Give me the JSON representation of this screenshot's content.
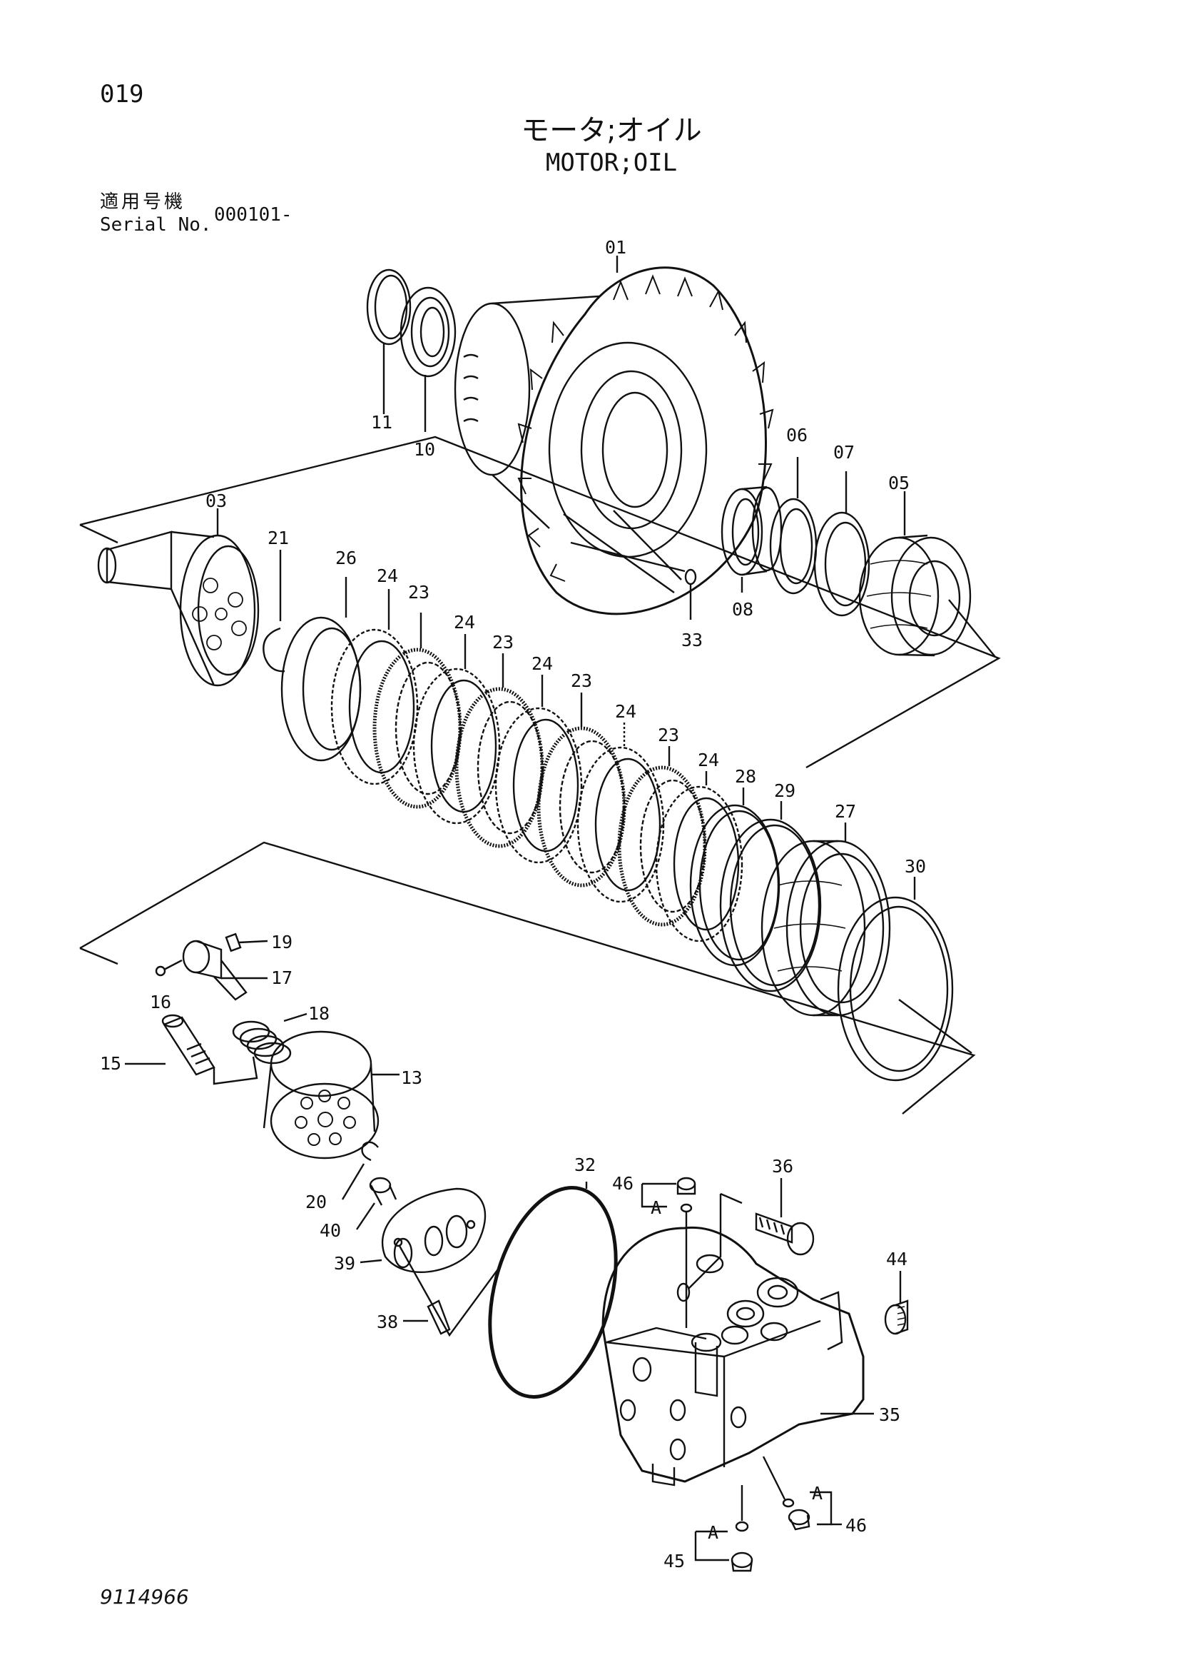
{
  "header": {
    "page_number": "019",
    "title_jp": "モータ;オイル",
    "title_en": "MOTOR;OIL",
    "serial_label_jp": "適用号機",
    "serial_label_en": "Serial No.",
    "serial_value": "000101-"
  },
  "footer": {
    "document_number": "9114966"
  },
  "callouts": [
    {
      "id": "01",
      "label": "01"
    },
    {
      "id": "03",
      "label": "03"
    },
    {
      "id": "05",
      "label": "05"
    },
    {
      "id": "06",
      "label": "06"
    },
    {
      "id": "07",
      "label": "07"
    },
    {
      "id": "08",
      "label": "08"
    },
    {
      "id": "10",
      "label": "10"
    },
    {
      "id": "11",
      "label": "11"
    },
    {
      "id": "13",
      "label": "13"
    },
    {
      "id": "15",
      "label": "15"
    },
    {
      "id": "16",
      "label": "16"
    },
    {
      "id": "17",
      "label": "17"
    },
    {
      "id": "18",
      "label": "18"
    },
    {
      "id": "19",
      "label": "19"
    },
    {
      "id": "20",
      "label": "20"
    },
    {
      "id": "21",
      "label": "21"
    },
    {
      "id": "23a",
      "label": "23"
    },
    {
      "id": "23b",
      "label": "23"
    },
    {
      "id": "23c",
      "label": "23"
    },
    {
      "id": "23d",
      "label": "23"
    },
    {
      "id": "24a",
      "label": "24"
    },
    {
      "id": "24b",
      "label": "24"
    },
    {
      "id": "24c",
      "label": "24"
    },
    {
      "id": "24d",
      "label": "24"
    },
    {
      "id": "24e",
      "label": "24"
    },
    {
      "id": "26",
      "label": "26"
    },
    {
      "id": "27",
      "label": "27"
    },
    {
      "id": "28",
      "label": "28"
    },
    {
      "id": "29",
      "label": "29"
    },
    {
      "id": "30",
      "label": "30"
    },
    {
      "id": "32",
      "label": "32"
    },
    {
      "id": "33",
      "label": "33"
    },
    {
      "id": "35",
      "label": "35"
    },
    {
      "id": "36",
      "label": "36"
    },
    {
      "id": "38",
      "label": "38"
    },
    {
      "id": "39",
      "label": "39"
    },
    {
      "id": "40",
      "label": "40"
    },
    {
      "id": "44",
      "label": "44"
    },
    {
      "id": "45",
      "label": "45"
    },
    {
      "id": "46a",
      "label": "46"
    },
    {
      "id": "46b",
      "label": "46"
    }
  ],
  "detail_marks": [
    {
      "id": "A1",
      "label": "A"
    },
    {
      "id": "A2",
      "label": "A"
    },
    {
      "id": "A3",
      "label": "A"
    }
  ]
}
